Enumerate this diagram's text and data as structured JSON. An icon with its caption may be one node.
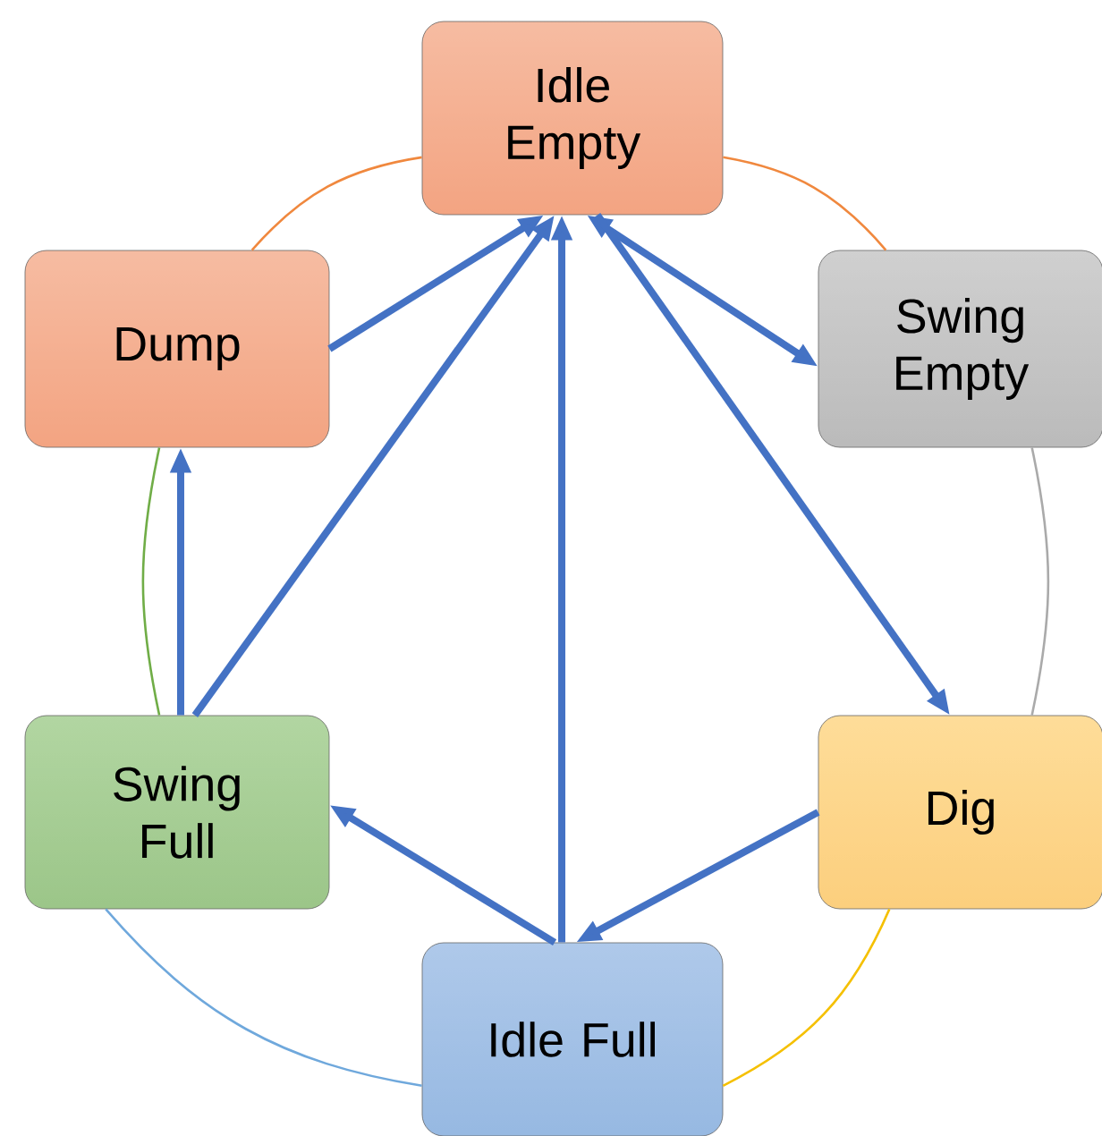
{
  "diagram": {
    "nodes": [
      {
        "text": [
          "Idle Empty"
        ]
      },
      {
        "text": [
          "Dump"
        ]
      },
      {
        "text": [
          "Swing Empty"
        ]
      },
      {
        "text": [
          "Swing Full"
        ]
      },
      {
        "text": [
          "Dig"
        ]
      },
      {
        "text": [
          "Idle Full"
        ]
      }
    ],
    "edges": [
      {
        "from": 1,
        "to": 0,
        "arrow": "to"
      },
      {
        "from": 3,
        "to": 0,
        "arrow": "to"
      },
      {
        "from": 5,
        "to": 0,
        "arrow": "to"
      },
      {
        "from": 0,
        "to": 2,
        "arrow": "both"
      },
      {
        "from": 0,
        "to": 4,
        "arrow": "to"
      },
      {
        "from": 4,
        "to": 5,
        "arrow": "to"
      },
      {
        "from": 5,
        "to": 3,
        "arrow": "to"
      },
      {
        "from": 3,
        "to": 1,
        "arrow": "to"
      },
      {
        "from": 0,
        "to": 2,
        "arrow": "none",
        "color": "#f0883e"
      },
      {
        "from": 2,
        "to": 4,
        "arrow": "none",
        "color": "#aaaaaa"
      },
      {
        "from": 4,
        "to": 5,
        "arrow": "none",
        "color": "#f5c000"
      },
      {
        "from": 5,
        "to": 3,
        "arrow": "none",
        "color": "#6fa8dc"
      },
      {
        "from": 3,
        "to": 1,
        "arrow": "none",
        "color": "#70ad47"
      },
      {
        "from": 1,
        "to": 0,
        "arrow": "none",
        "color": "#f0883e"
      }
    ]
  }
}
